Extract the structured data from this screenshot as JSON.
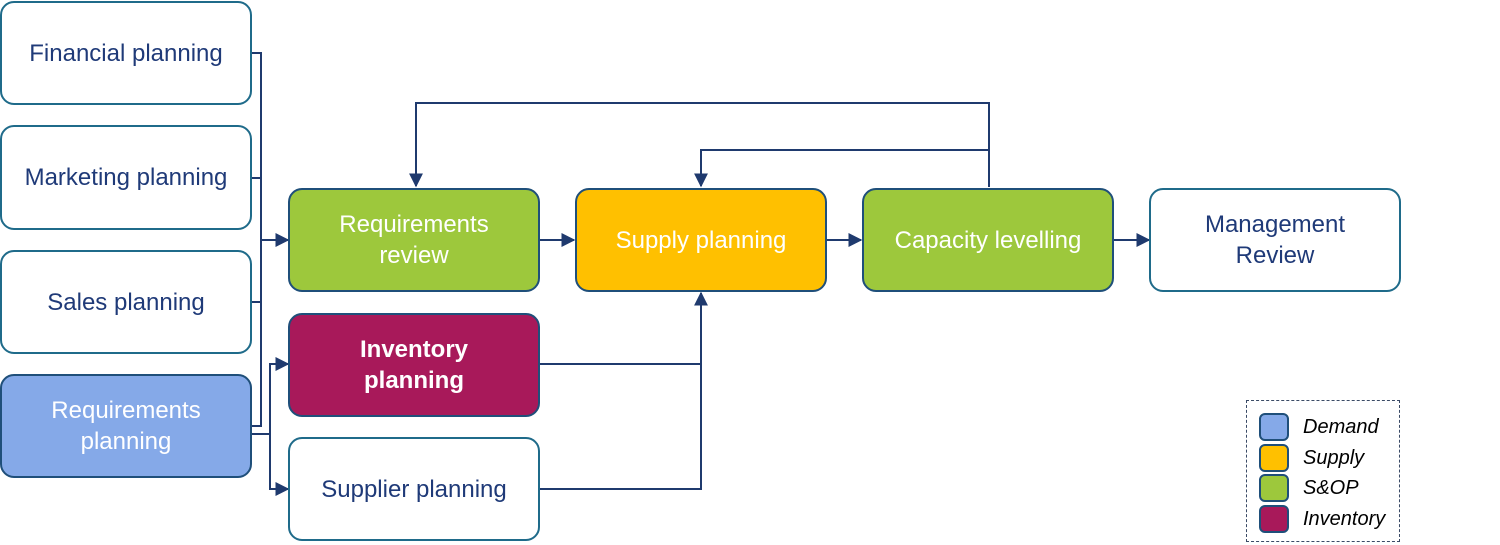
{
  "nodes": {
    "financial_planning": "Financial planning",
    "marketing_planning": "Marketing planning",
    "sales_planning": "Sales planning",
    "requirements_planning": "Requirements planning",
    "requirements_review": "Requirements review",
    "inventory_planning": "Inventory planning",
    "supplier_planning": "Supplier planning",
    "supply_planning": "Supply planning",
    "capacity_levelling": "Capacity levelling",
    "management_review": "Management Review"
  },
  "legend": {
    "demand": "Demand",
    "supply": "Supply",
    "sop": "S&OP",
    "inventory": "Inventory"
  },
  "colors": {
    "demand": "#85a9e8",
    "supply": "#ffc000",
    "sop": "#9dc83c",
    "inventory": "#a8195a",
    "connector": "#1f3a6e",
    "text": "#1f3a78"
  }
}
